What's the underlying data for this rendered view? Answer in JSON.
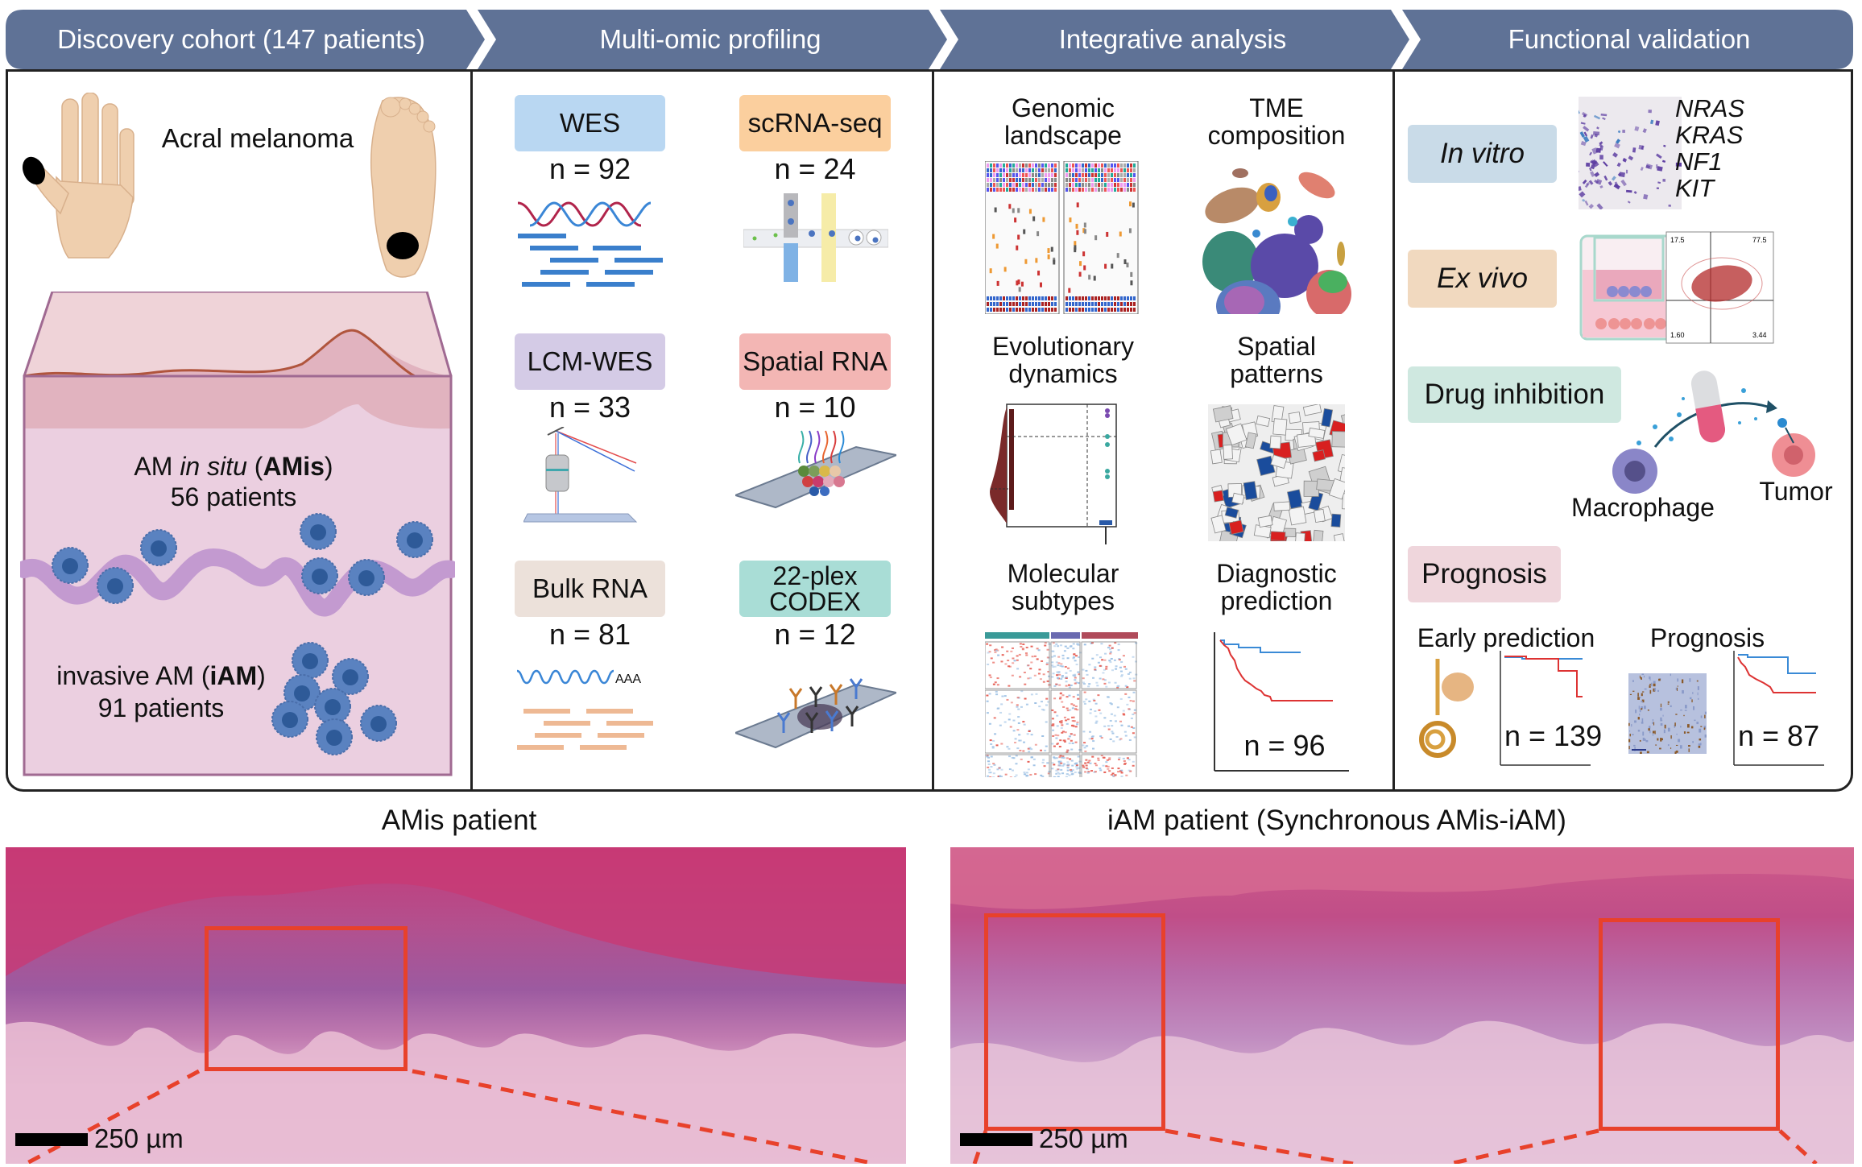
{
  "header": {
    "steps": [
      {
        "label": "Discovery cohort (147 patients)"
      },
      {
        "label": "Multi-omic profiling"
      },
      {
        "label": "Integrative analysis"
      },
      {
        "label": "Functional validation"
      }
    ],
    "color": "#5f7296"
  },
  "discovery": {
    "title": "Acral melanoma",
    "amis": {
      "line1_pre": "AM ",
      "line1_italic": "in situ",
      "line1_mid": " (",
      "line1_bold": "AMis",
      "line1_post": ")",
      "count": "56 patients"
    },
    "iam": {
      "line1_pre": "invasive AM (",
      "line1_bold": "iAM",
      "line1_post": ")",
      "count": "91 patients"
    }
  },
  "multiomic": {
    "assays": [
      {
        "label": "WES",
        "n": "n = 92",
        "color": "#b9d7f2",
        "icon": "dna-reads-icon"
      },
      {
        "label": "scRNA-seq",
        "n": "n = 24",
        "color": "#fbcf9e",
        "icon": "microfluidic-droplet-icon"
      },
      {
        "label": "LCM-WES",
        "n": "n = 33",
        "color": "#d4cbe6",
        "icon": "laser-microscope-icon"
      },
      {
        "label": "Spatial RNA",
        "n": "n = 10",
        "color": "#f3b6b4",
        "icon": "spatial-slide-icon"
      },
      {
        "label": "Bulk RNA",
        "n": "n = 81",
        "color": "#ece1da",
        "icon": "mrna-reads-icon",
        "polyA": "AAA"
      },
      {
        "label": "22-plex\nCODEX",
        "label_line1": "22-plex",
        "label_line2": "CODEX",
        "n": "n = 12",
        "color": "#a9ddd6",
        "icon": "antibody-slide-icon"
      }
    ]
  },
  "integrative": {
    "items": [
      {
        "line1": "Genomic",
        "line2": "landscape",
        "icon": "oncoprint-icon"
      },
      {
        "line1": "TME",
        "line2": "composition",
        "icon": "umap-icon"
      },
      {
        "line1": "Evolutionary",
        "line2": "dynamics",
        "icon": "clonal-density-plot-icon"
      },
      {
        "line1": "Spatial",
        "line2": "patterns",
        "icon": "voronoi-map-icon"
      },
      {
        "line1": "Molecular",
        "line2": "subtypes",
        "icon": "heatmap-icon"
      },
      {
        "line1": "Diagnostic",
        "line2": "prediction",
        "icon": "survival-curve-icon",
        "n": "n = 96"
      }
    ]
  },
  "functional": {
    "in_vitro": {
      "label": "In vitro",
      "color": "#c9dbe8",
      "genes": [
        "NRAS",
        "KRAS",
        "NF1",
        "KIT"
      ]
    },
    "ex_vivo": {
      "label": "Ex vivo",
      "color": "#f1d9bf",
      "flow": {
        "q1": "17.5",
        "q2": "77.5",
        "q3": "1.60",
        "q4": "3.44"
      }
    },
    "drug": {
      "label": "Drug inhibition",
      "color": "#cfe8e0",
      "macrophage": "Macrophage",
      "tumor": "Tumor"
    },
    "prognosis": {
      "label": "Prognosis",
      "color": "#efd6dc",
      "early": {
        "title": "Early prediction",
        "n": "n = 139"
      },
      "prog": {
        "title": "Prognosis",
        "n": "n = 87"
      }
    }
  },
  "histology": {
    "left": {
      "title": "AMis patient",
      "scale": "250 µm"
    },
    "right": {
      "title": "iAM patient (Synchronous AMis-iAM)",
      "scale": "250 µm"
    },
    "roi_color": "#e8412b"
  }
}
